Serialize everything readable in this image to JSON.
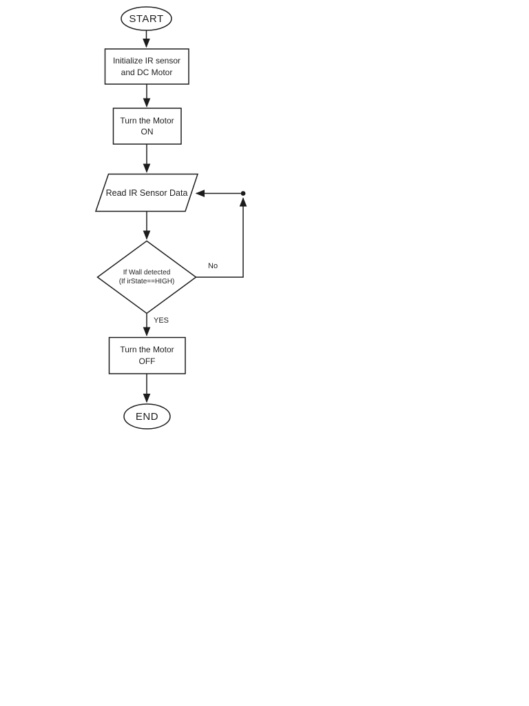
{
  "diagram": {
    "type": "flowchart",
    "nodes": {
      "start": {
        "shape": "terminator",
        "label": "START"
      },
      "init": {
        "shape": "process",
        "label": "Initialize IR sensor\nand DC Motor"
      },
      "motor_on": {
        "shape": "process",
        "label": "Turn the Motor\nON"
      },
      "read_sensor": {
        "shape": "input-output",
        "label": "Read IR Sensor Data"
      },
      "decision": {
        "shape": "decision",
        "label": "If Wall detected\n(If irState==HIGH)"
      },
      "motor_off": {
        "shape": "process",
        "label": "Turn the Motor\nOFF"
      },
      "end": {
        "shape": "terminator",
        "label": "END"
      }
    },
    "edge_labels": {
      "yes": "YES",
      "no": "No"
    },
    "colors": {
      "stroke": "#1c1c1c",
      "text": "#1c1c1c",
      "background": "#ffffff"
    }
  }
}
